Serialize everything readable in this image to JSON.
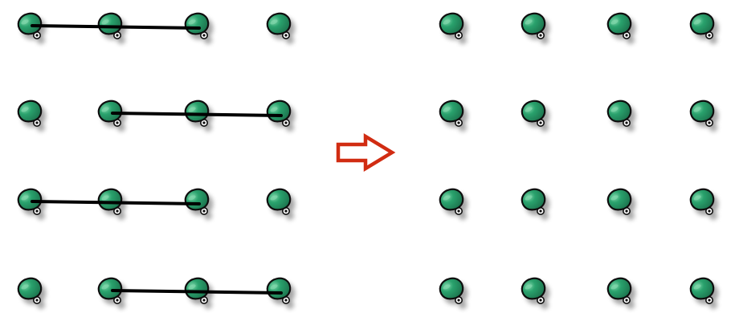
{
  "puzzle": {
    "left_grid": {
      "rows": 4,
      "cols": 4,
      "connections": [
        {
          "row": 1,
          "from_col": 1,
          "to_col": 3
        },
        {
          "row": 2,
          "from_col": 2,
          "to_col": 4
        },
        {
          "row": 3,
          "from_col": 1,
          "to_col": 3
        },
        {
          "row": 4,
          "from_col": 2,
          "to_col": 4
        }
      ]
    },
    "right_grid": {
      "rows": 4,
      "cols": 4,
      "connections": []
    },
    "colors": {
      "pin_body": "#1f8a5d",
      "pin_highlight": "#7fd6aa",
      "pin_outline": "#111111",
      "line": "#000000",
      "arrow": "#d12c12"
    },
    "icons": {
      "pin": "green-pushpin-icon",
      "arrow": "right-arrow-icon"
    }
  }
}
